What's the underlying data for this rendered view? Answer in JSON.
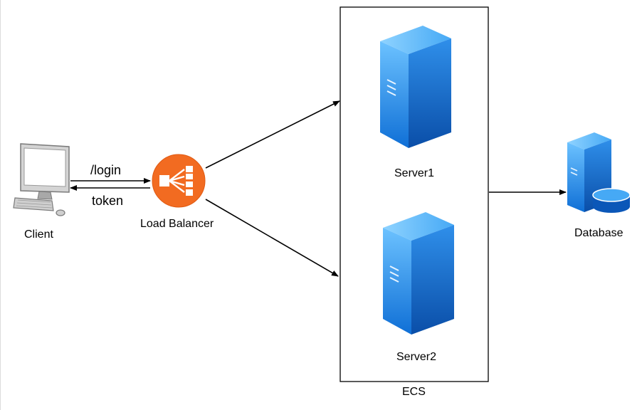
{
  "nodes": {
    "client": {
      "label": "Client",
      "icon": "desktop-computer-icon"
    },
    "load_balancer": {
      "label": "Load Balancer",
      "icon": "load-balancer-icon"
    },
    "server1": {
      "label": "Server1",
      "icon": "server-icon"
    },
    "server2": {
      "label": "Server2",
      "icon": "server-icon"
    },
    "database": {
      "label": "Database",
      "icon": "database-server-icon"
    }
  },
  "groups": {
    "ecs": {
      "label": "ECS"
    }
  },
  "edges": {
    "login": {
      "label": "/login",
      "from": "client",
      "to": "load_balancer"
    },
    "token": {
      "label": "token",
      "from": "load_balancer",
      "to": "client"
    },
    "lb_to_server1": {
      "label": "",
      "from": "load_balancer",
      "to": "server1"
    },
    "lb_to_server2": {
      "label": "",
      "from": "load_balancer",
      "to": "server2"
    },
    "ecs_to_database": {
      "label": "",
      "from": "ecs",
      "to": "database"
    }
  },
  "colors": {
    "load_balancer": "#f26b21",
    "server_blue": "#1f7fe0",
    "server_top": "#5db8ff",
    "server_side": "#0b57b8",
    "monitor_gray": "#8a8a8a"
  }
}
